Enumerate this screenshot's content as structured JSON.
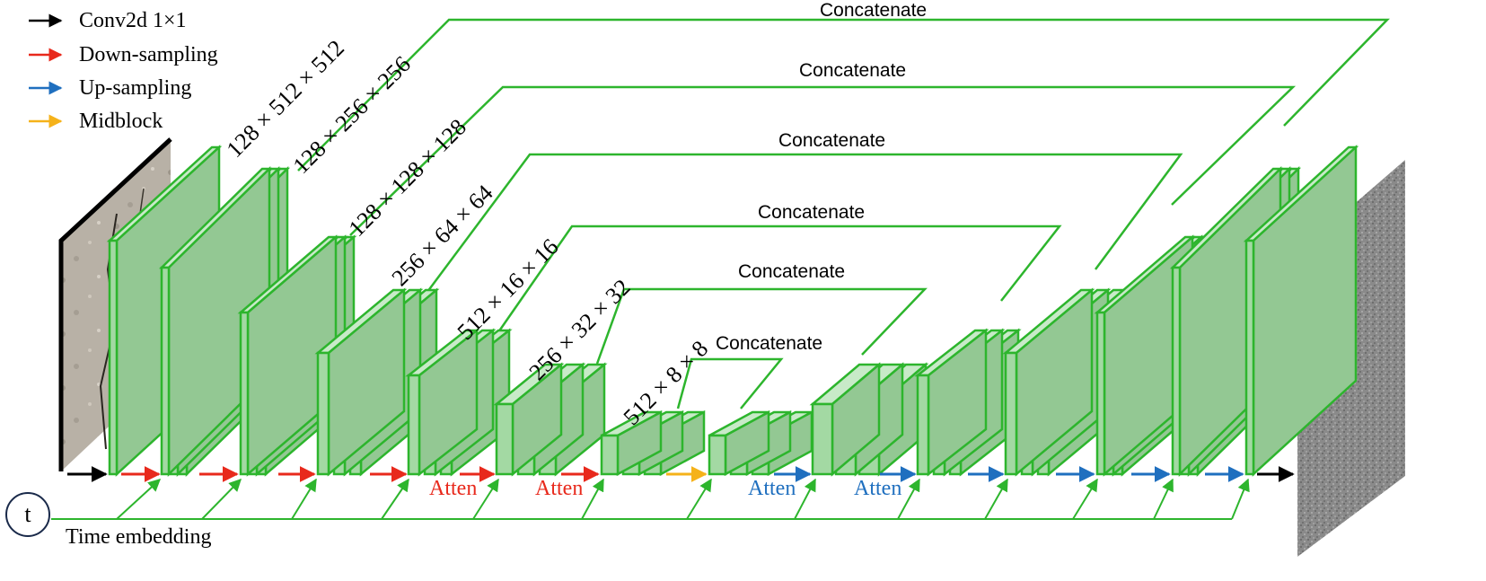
{
  "legend": [
    {
      "label": "Conv2d 1×1",
      "color": "#000000"
    },
    {
      "label": "Down-sampling",
      "color": "#e8291c"
    },
    {
      "label": "Up-sampling",
      "color": "#1f6fbf"
    },
    {
      "label": "Midblock",
      "color": "#f5b21a"
    }
  ],
  "dimensions": [
    "128 × 512 × 512",
    "128 × 256 × 256",
    "128 × 128 × 128",
    "256 × 64 × 64",
    "512 × 16 × 16",
    "256 × 32 × 32",
    "512 × 8 × 8"
  ],
  "concat_label": "Concatenate",
  "atten_label": "Atten",
  "time": {
    "symbol": "t",
    "label": "Time embedding"
  },
  "colors": {
    "block_stroke": "#2db52d",
    "block_front": "#a3d9a3",
    "block_face_light": "#c8eac8",
    "block_side": "#93c893",
    "skip_line": "#2db52d",
    "down_arrow": "#e8291c",
    "up_arrow": "#1f6fbf",
    "mid_arrow": "#f5b21a",
    "atten_down": "#e8291c",
    "atten_up": "#1f6fbf"
  },
  "images": {
    "input": "crack-texture-image",
    "output": "noise-image"
  }
}
